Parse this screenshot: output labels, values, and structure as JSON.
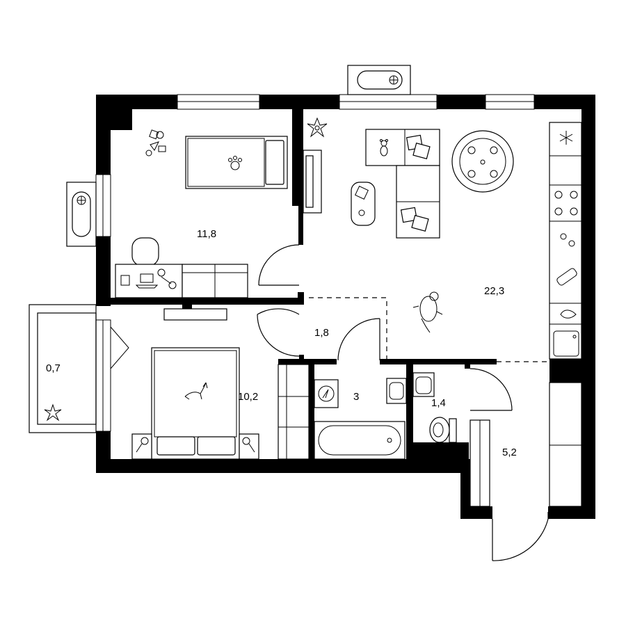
{
  "rooms": [
    {
      "id": "bedroom-1",
      "area": "11,8"
    },
    {
      "id": "living-kitchen",
      "area": "22,3"
    },
    {
      "id": "corridor",
      "area": "1,8"
    },
    {
      "id": "balcony",
      "area": "0,7"
    },
    {
      "id": "bedroom-2",
      "area": "10,2"
    },
    {
      "id": "bathroom",
      "area": "3"
    },
    {
      "id": "wc",
      "area": "1,4"
    },
    {
      "id": "hallway",
      "area": "5,2"
    }
  ],
  "icons": [
    "toy-pile-icon",
    "paw-rug-icon",
    "plant-icon",
    "teddy-bear-icon",
    "cat-icon",
    "dog-icon",
    "snowflake-icon",
    "dining-table-icon",
    "stove-icon",
    "tv-icon",
    "bathtub-icon",
    "washing-machine-icon",
    "toilet-icon",
    "sink-icon",
    "desk-lamp-icon",
    "laptop-icon"
  ]
}
